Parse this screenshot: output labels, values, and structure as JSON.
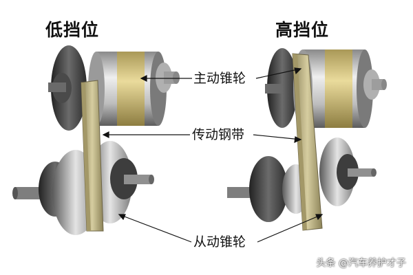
{
  "titles": {
    "low_gear": "低挡位",
    "high_gear": "高挡位"
  },
  "labels": {
    "drive_cone": "主动锥轮",
    "steel_belt": "传动钢带",
    "driven_cone": "从动锥轮"
  },
  "watermark": "头条 @汽车养护才子",
  "colors": {
    "metal_dark": "#3a3a3a",
    "metal_light": "#d9d9d9",
    "brass": "#d6c27a",
    "belt": "#c9bf8f"
  }
}
